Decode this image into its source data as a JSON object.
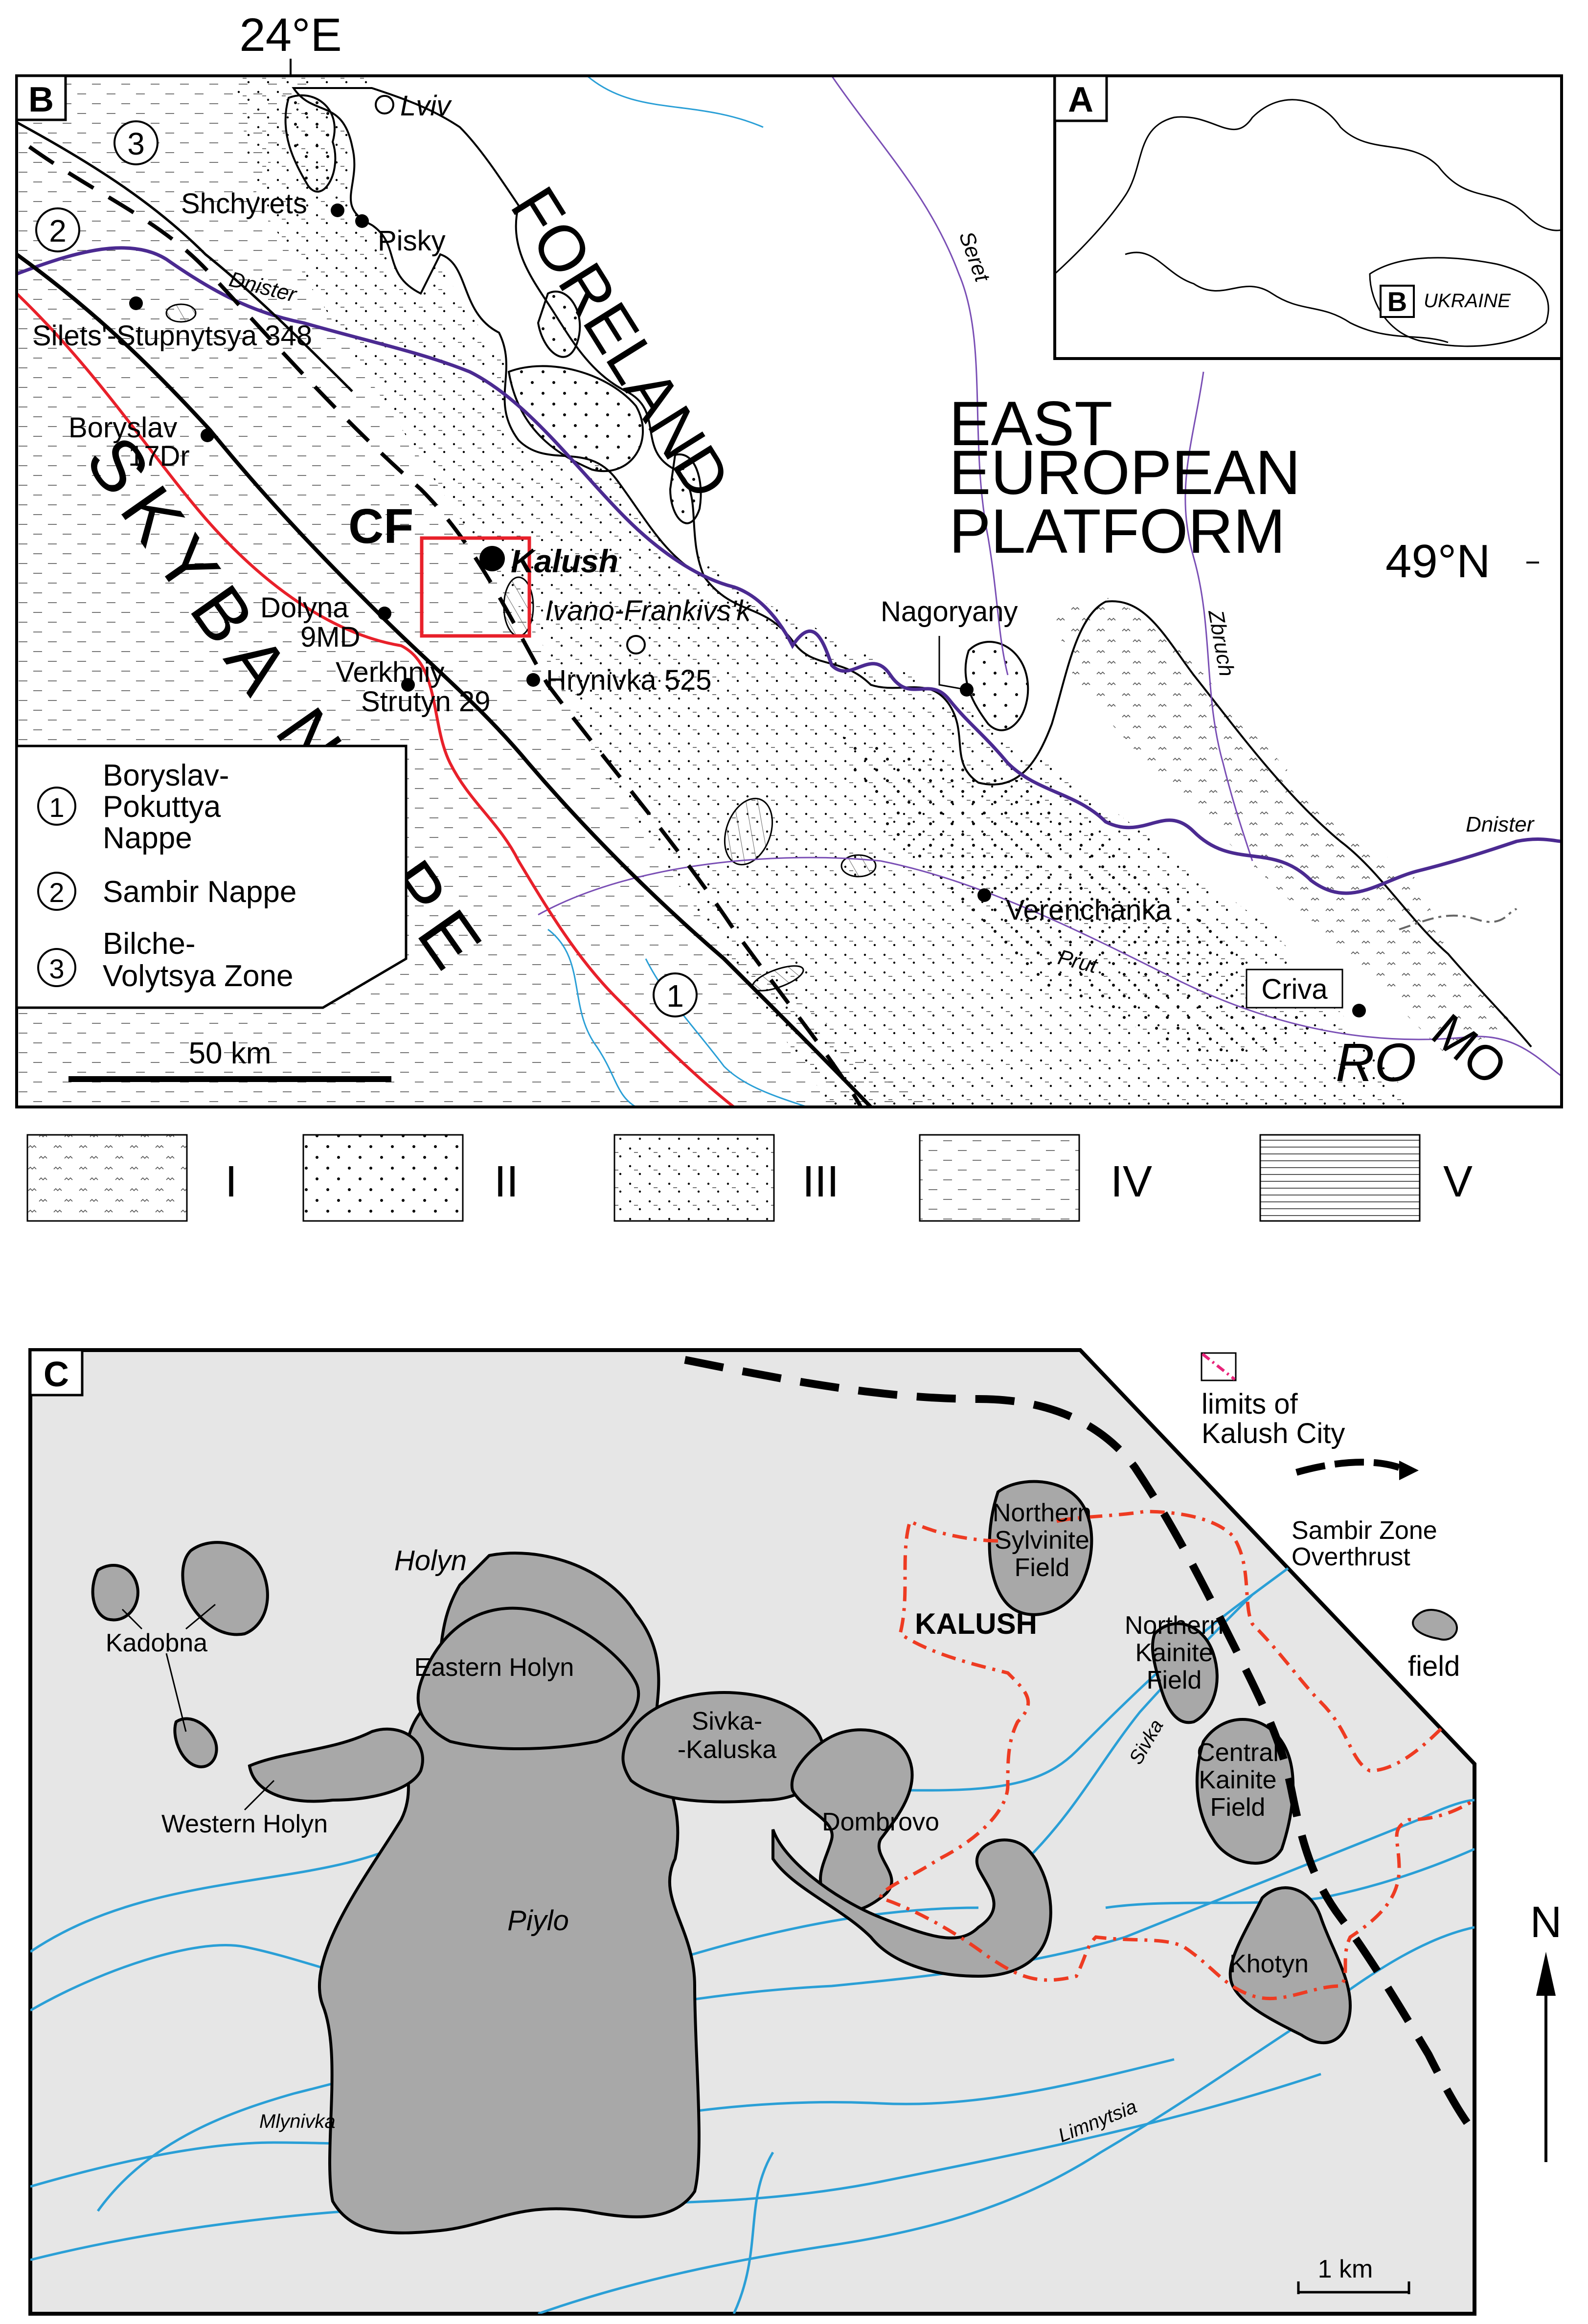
{
  "top_axis": {
    "lon_label": "24°E",
    "lat_label": "49°N"
  },
  "panel_b": {
    "tag": "B",
    "large_labels": {
      "foreland": "FORELAND",
      "skyba": "SKYBA NAPPE",
      "east_european_1": "EAST",
      "east_european_2": "EUROPEAN",
      "east_european_3": "PLATFORM",
      "cf": "CF",
      "mo": "MO",
      "ro": "RO"
    },
    "places": {
      "lviv": "Lviv",
      "shchyrets": "Shchyrets",
      "pisky": "Pisky",
      "silets": "Silets'-Stupnytsya 348",
      "boryslav_1": "Boryslav",
      "boryslav_2": "17Dr",
      "kalush": "Kalush",
      "ivano": "Ivano-Frankivs'k",
      "dolyna_1": "Dolyna",
      "dolyna_2": "9MD",
      "verkhniy_1": "Verkhniy",
      "verkhniy_2": "Strutyn 29",
      "hrynivka": "Hrynivka 525",
      "nagoryany": "Nagoryany",
      "verenchanka": "Verenchanka",
      "criva": "Criva"
    },
    "rivers": {
      "dnister_w": "Dnister",
      "dnister_e": "Dnister",
      "seret": "Seret",
      "zbruch": "Zbruch",
      "prut": "Prut"
    },
    "circle_numbers": [
      "1",
      "2",
      "3"
    ],
    "nappe_legend": [
      {
        "num": "1",
        "line1": "Boryslav-",
        "line2": "Pokuttya",
        "line3": "Nappe"
      },
      {
        "num": "2",
        "line1": "Sambir Nappe",
        "line2": "",
        "line3": ""
      },
      {
        "num": "3",
        "line1": "Bilche-",
        "line2": "Volytsya Zone",
        "line3": ""
      }
    ],
    "scale_label": "50 km"
  },
  "panel_a": {
    "tag": "A",
    "inset_b": "B",
    "country": "UKRAINE"
  },
  "pattern_legend": [
    "I",
    "II",
    "III",
    "IV",
    "V"
  ],
  "panel_c": {
    "tag": "C",
    "fields": {
      "northern_sylvinite_1": "Northern",
      "northern_sylvinite_2": "Sylvinite",
      "northern_sylvinite_3": "Field",
      "kalush": "KALUSH",
      "northern_kainite_1": "Northern",
      "northern_kainite_2": "Kainite",
      "northern_kainite_3": "Field",
      "central_kainite_1": "Central",
      "central_kainite_2": "Kainite",
      "central_kainite_3": "Field",
      "holyn": "Holyn",
      "eastern_holyn": "Eastern Holyn",
      "kadobna": "Kadobna",
      "western_holyn": "Western Holyn",
      "sivka_kaluska_1": "Sivka-",
      "sivka_kaluska_2": "-Kaluska",
      "dombrovo": "Dombrovo",
      "piylo": "Piylo",
      "khotyn": "Khotyn"
    },
    "rivers": {
      "sivka": "Sivka",
      "mlynivka": "Mlynivka",
      "limnytsia": "Limnytsia"
    },
    "legend": {
      "city_1": "limits of",
      "city_2": "Kalush City",
      "overthrust_1": "Sambir Zone",
      "overthrust_2": "Overthrust",
      "field": "field"
    },
    "scale_label": "1 km",
    "north": "N"
  },
  "colors": {
    "river": "#2a9fd6",
    "nappe_red": "#e8202a",
    "dnister_purple": "#4b2a91",
    "thin_purple": "#7a4fb5",
    "city_limits": "#ee3b22",
    "field_fill": "#a8a8a8",
    "panel_c_bg": "#e6e6e6"
  }
}
